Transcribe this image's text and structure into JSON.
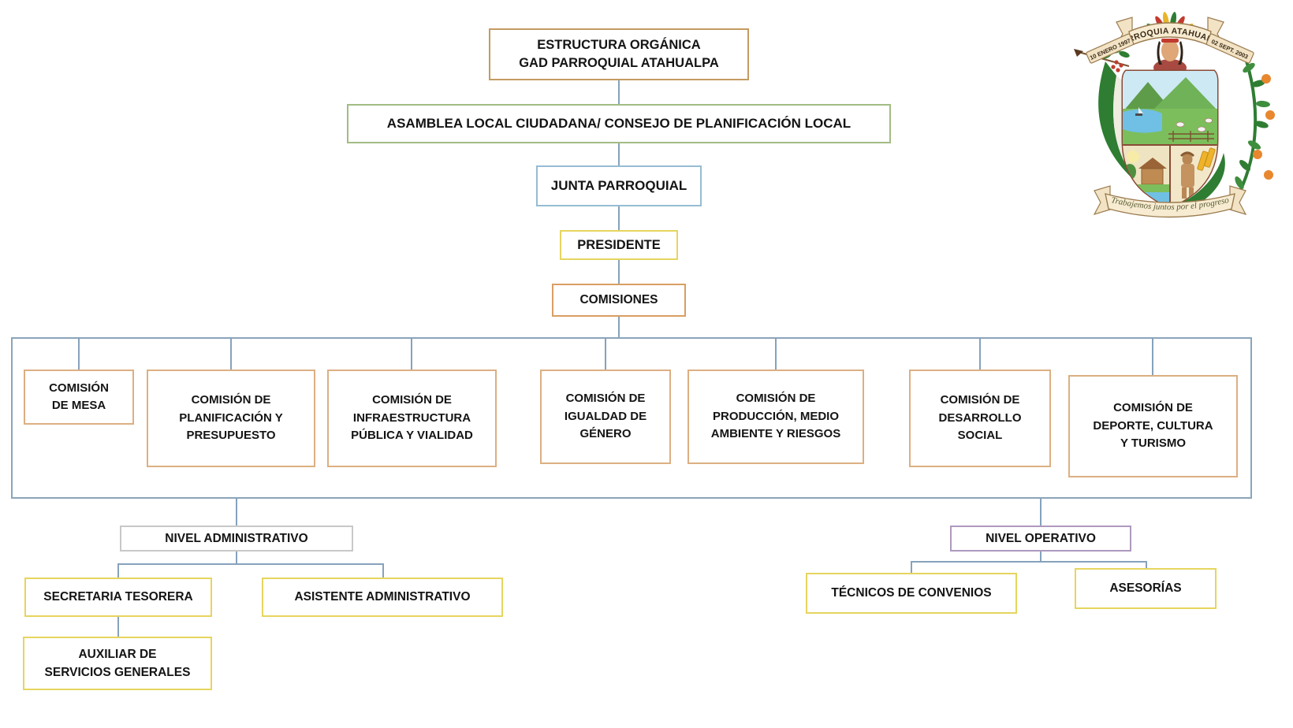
{
  "org": {
    "title": [
      "ESTRUCTURA ORGÁNICA",
      "GAD PARROQUIAL ATAHUALPA"
    ],
    "asamblea": "ASAMBLEA LOCAL CIUDADANA/ CONSEJO DE PLANIFICACIÓN LOCAL",
    "junta": "JUNTA PARROQUIAL",
    "presidente": "PRESIDENTE",
    "comisiones": "COMISIONES",
    "commissions": [
      {
        "label": [
          "COMISIÓN",
          "DE MESA"
        ]
      },
      {
        "label": [
          "COMISIÓN DE",
          "PLANIFICACIÓN Y",
          "PRESUPUESTO"
        ]
      },
      {
        "label": [
          "COMISIÓN DE",
          "INFRAESTRUCTURA",
          "PÚBLICA Y VIALIDAD"
        ]
      },
      {
        "label": [
          "COMISIÓN DE",
          "IGUALDAD DE",
          "GÉNERO"
        ]
      },
      {
        "label": [
          "COMISIÓN DE",
          "PRODUCCIÓN, MEDIO",
          "AMBIENTE Y RIESGOS"
        ]
      },
      {
        "label": [
          "COMISIÓN DE",
          "DESARROLLO",
          "SOCIAL"
        ]
      },
      {
        "label": [
          "COMISIÓN DE",
          "DEPORTE, CULTURA",
          "Y TURISMO"
        ]
      }
    ],
    "admin_level": {
      "label": "NIVEL ADMINISTRATIVO",
      "secretaria": "SECRETARIA TESORERA",
      "asistente": "ASISTENTE ADMINISTRATIVO",
      "auxiliar": [
        "AUXILIAR DE",
        "SERVICIOS GENERALES"
      ]
    },
    "operative_level": {
      "label": "NIVEL OPERATIVO",
      "tecnicos": "TÉCNICOS DE CONVENIOS",
      "asesorias": "ASESORÍAS"
    }
  },
  "crest": {
    "top_banner": "PARROQUIA ATAHUALPA",
    "left_ribbon": "10 ENERO 1997",
    "right_ribbon": "02 SEPT. 2003",
    "motto": "Trabajemos juntos por el progreso"
  },
  "colors": {
    "connector": "#86A2BC",
    "title_border": "#C49B62",
    "asamblea_border": "#A2BC83",
    "junta_border": "#96BCD3",
    "presidente_border": "#E6D55E",
    "comisiones_border": "#D99E63",
    "commission_border": "#DCAF82",
    "admin_border": "#C8C8C8",
    "operative_border": "#AE99BE",
    "yellow_border": "#E6D55E",
    "crest_green": "#2E7D32",
    "crest_orange": "#E8872E",
    "crest_banner": "#F7ECD2"
  }
}
